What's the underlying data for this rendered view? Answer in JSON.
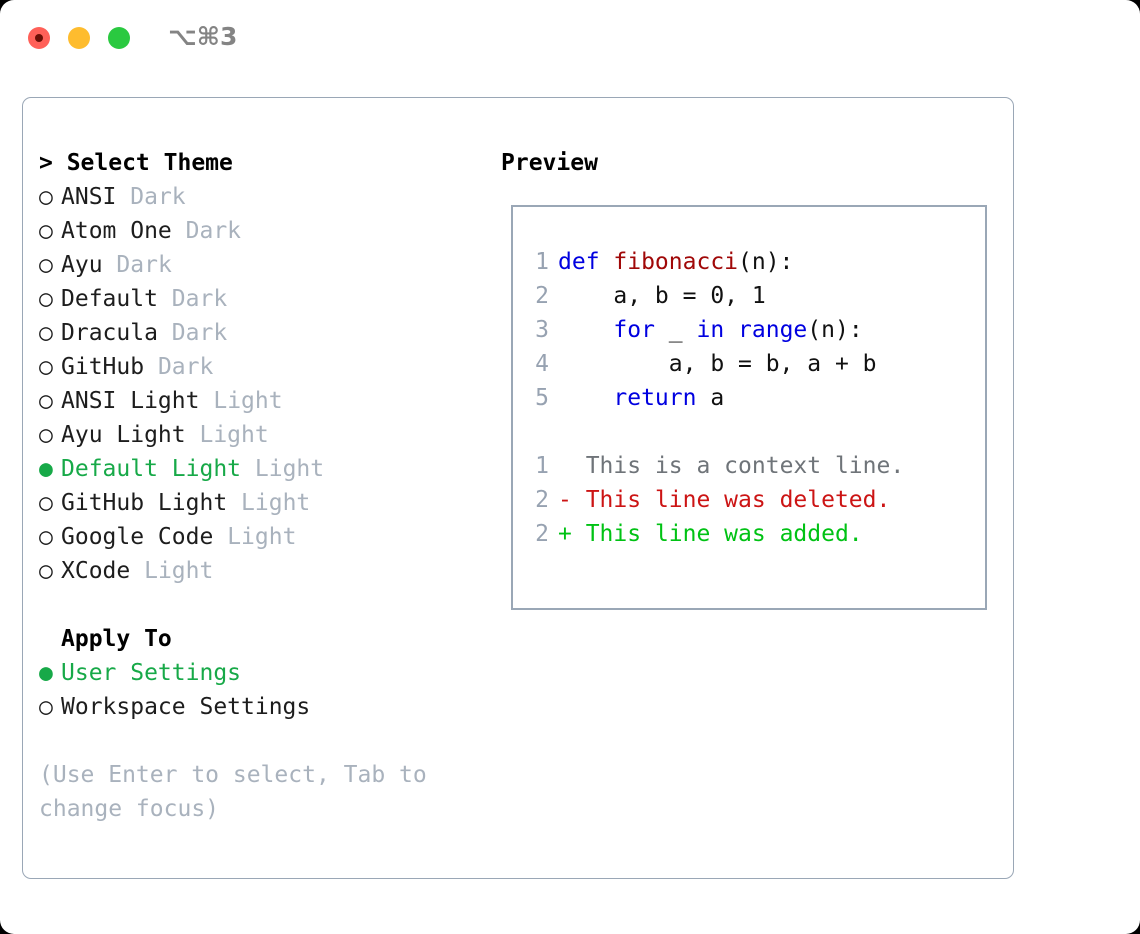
{
  "window": {
    "traffic_lights": [
      {
        "name": "close-button",
        "color": "#ff6058"
      },
      {
        "name": "minimize-button",
        "color": "#febc2e"
      },
      {
        "name": "maximize-button",
        "color": "#2ac940"
      }
    ],
    "shortcut_label": "⌥⌘3"
  },
  "theme_panel": {
    "header": "> Select Theme",
    "selected_theme": "Default Light",
    "themes": [
      {
        "bullet": "○",
        "name": "ANSI",
        "variant": "Dark",
        "selected": false
      },
      {
        "bullet": "○",
        "name": "Atom One",
        "variant": "Dark",
        "selected": false
      },
      {
        "bullet": "○",
        "name": "Ayu",
        "variant": "Dark",
        "selected": false
      },
      {
        "bullet": "○",
        "name": "Default",
        "variant": "Dark",
        "selected": false
      },
      {
        "bullet": "○",
        "name": "Dracula",
        "variant": "Dark",
        "selected": false
      },
      {
        "bullet": "○",
        "name": "GitHub",
        "variant": "Dark",
        "selected": false
      },
      {
        "bullet": "○",
        "name": "ANSI Light",
        "variant": "Light",
        "selected": false
      },
      {
        "bullet": "○",
        "name": "Ayu Light",
        "variant": "Light",
        "selected": false
      },
      {
        "bullet": "●",
        "name": "Default Light",
        "variant": "Light",
        "selected": true
      },
      {
        "bullet": "○",
        "name": "GitHub Light",
        "variant": "Light",
        "selected": false
      },
      {
        "bullet": "○",
        "name": "Google Code",
        "variant": "Light",
        "selected": false
      },
      {
        "bullet": "○",
        "name": "XCode",
        "variant": "Light",
        "selected": false
      }
    ]
  },
  "apply_to": {
    "header": "Apply To",
    "selected_target": "User Settings",
    "options": [
      {
        "bullet": "●",
        "label": "User Settings",
        "selected": true
      },
      {
        "bullet": "○",
        "label": "Workspace Settings",
        "selected": false
      }
    ]
  },
  "hint": "(Use Enter to select, Tab to change focus)",
  "preview": {
    "title": "Preview",
    "code_lines": [
      {
        "num": "1",
        "tokens": [
          {
            "t": "def ",
            "c": "kw"
          },
          {
            "t": "fibonacci",
            "c": "fn"
          },
          {
            "t": "(n):",
            "c": "pl"
          }
        ]
      },
      {
        "num": "2",
        "tokens": [
          {
            "t": "    a, b = 0, 1",
            "c": "pl"
          }
        ]
      },
      {
        "num": "3",
        "tokens": [
          {
            "t": "    ",
            "c": "pl"
          },
          {
            "t": "for",
            "c": "kw"
          },
          {
            "t": " _ ",
            "c": "pl"
          },
          {
            "t": "in",
            "c": "kw"
          },
          {
            "t": " ",
            "c": "pl"
          },
          {
            "t": "range",
            "c": "kw"
          },
          {
            "t": "(n):",
            "c": "pl"
          }
        ]
      },
      {
        "num": "4",
        "tokens": [
          {
            "t": "        a, b = b, a + b",
            "c": "pl"
          }
        ]
      },
      {
        "num": "5",
        "tokens": [
          {
            "t": "    ",
            "c": "pl"
          },
          {
            "t": "return",
            "c": "kw"
          },
          {
            "t": " a",
            "c": "pl"
          }
        ]
      }
    ],
    "diff_lines": [
      {
        "num": "1",
        "marker": "  ",
        "text": "This is a context line.",
        "kind": "diff-ctx"
      },
      {
        "num": "2",
        "marker": "- ",
        "text": "This line was deleted.",
        "kind": "diff-del"
      },
      {
        "num": "2",
        "marker": "+ ",
        "text": "This line was added.",
        "kind": "diff-add"
      }
    ]
  },
  "colors": {
    "accent_green": "#17a948",
    "muted": "#a9b2bd",
    "border": "#9aa7b6",
    "keyword_blue": "#0000e0",
    "function_red": "#a00808",
    "diff_delete": "#cc1414",
    "diff_add": "#00c214",
    "line_number": "#97a2b1"
  }
}
